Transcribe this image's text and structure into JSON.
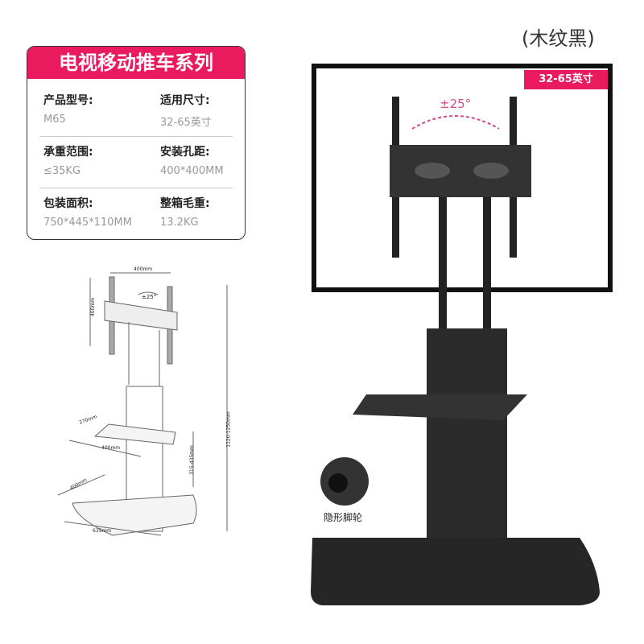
{
  "variant_label": "(木纹黑)",
  "spec_card": {
    "title": "电视移动推车系列",
    "rows": [
      [
        {
          "label": "产品型号:",
          "value": "M65"
        },
        {
          "label": "适用尺寸:",
          "value": "32-65英寸"
        }
      ],
      [
        {
          "label": "承重范围:",
          "value": "≤35KG"
        },
        {
          "label": "安装孔距:",
          "value": "400*400MM"
        }
      ],
      [
        {
          "label": "包装面积:",
          "value": "750*445*110MM"
        },
        {
          "label": "整箱毛重:",
          "value": "13.2KG"
        }
      ]
    ]
  },
  "diagram": {
    "mount_width": "400mm",
    "mount_height": "400mm",
    "tilt": "±25°",
    "shelf_depth": "270mm",
    "shelf_width": "400mm",
    "shelf_height": "315-435mm",
    "total_height": "1120-1250mm",
    "base_depth": "400mm",
    "base_width": "635mm"
  },
  "photo": {
    "size_badge": "32-65英寸",
    "tilt": "±25°",
    "caster_label": "隐形脚轮"
  },
  "colors": {
    "accent": "#ea1a5f"
  }
}
